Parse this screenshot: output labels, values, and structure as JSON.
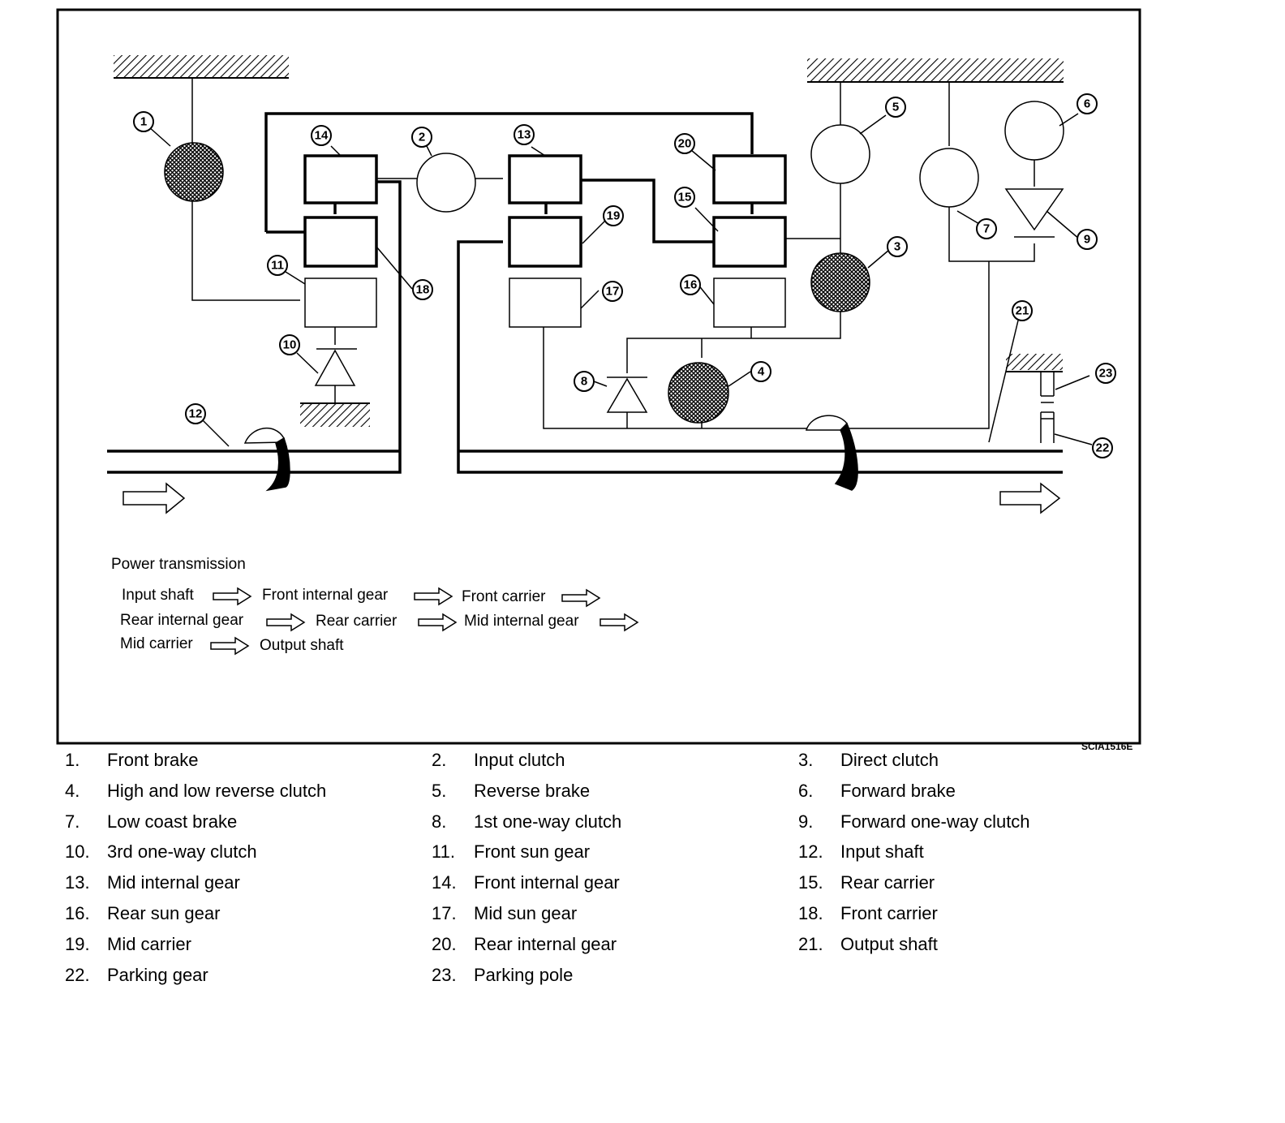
{
  "figure_code": "SCIA1516E",
  "power_transmission": {
    "title": "Power transmission",
    "lines": [
      [
        "Input shaft",
        "Front internal gear",
        "Front carrier"
      ],
      [
        "Rear internal gear",
        "Rear carrier",
        "Mid internal gear"
      ],
      [
        "Mid carrier",
        "Output shaft"
      ]
    ]
  },
  "callouts": [
    "1",
    "2",
    "3",
    "4",
    "5",
    "6",
    "7",
    "8",
    "9",
    "10",
    "11",
    "12",
    "13",
    "14",
    "15",
    "16",
    "17",
    "18",
    "19",
    "20",
    "21",
    "22",
    "23"
  ],
  "legend": [
    {
      "num": "1.",
      "label": "Front brake"
    },
    {
      "num": "2.",
      "label": "Input clutch"
    },
    {
      "num": "3.",
      "label": "Direct clutch"
    },
    {
      "num": "4.",
      "label": "High and low reverse clutch"
    },
    {
      "num": "5.",
      "label": "Reverse brake"
    },
    {
      "num": "6.",
      "label": "Forward brake"
    },
    {
      "num": "7.",
      "label": "Low coast brake"
    },
    {
      "num": "8.",
      "label": "1st one-way clutch"
    },
    {
      "num": "9.",
      "label": "Forward one-way clutch"
    },
    {
      "num": "10.",
      "label": "3rd one-way clutch"
    },
    {
      "num": "11.",
      "label": "Front sun gear"
    },
    {
      "num": "12.",
      "label": "Input shaft"
    },
    {
      "num": "13.",
      "label": "Mid internal gear"
    },
    {
      "num": "14.",
      "label": "Front internal gear"
    },
    {
      "num": "15.",
      "label": "Rear carrier"
    },
    {
      "num": "16.",
      "label": "Rear sun gear"
    },
    {
      "num": "17.",
      "label": "Mid sun gear"
    },
    {
      "num": "18.",
      "label": "Front carrier"
    },
    {
      "num": "19.",
      "label": "Mid carrier"
    },
    {
      "num": "20.",
      "label": "Rear internal gear"
    },
    {
      "num": "21.",
      "label": "Output shaft"
    },
    {
      "num": "22.",
      "label": "Parking gear"
    },
    {
      "num": "23.",
      "label": "Parking pole"
    }
  ]
}
